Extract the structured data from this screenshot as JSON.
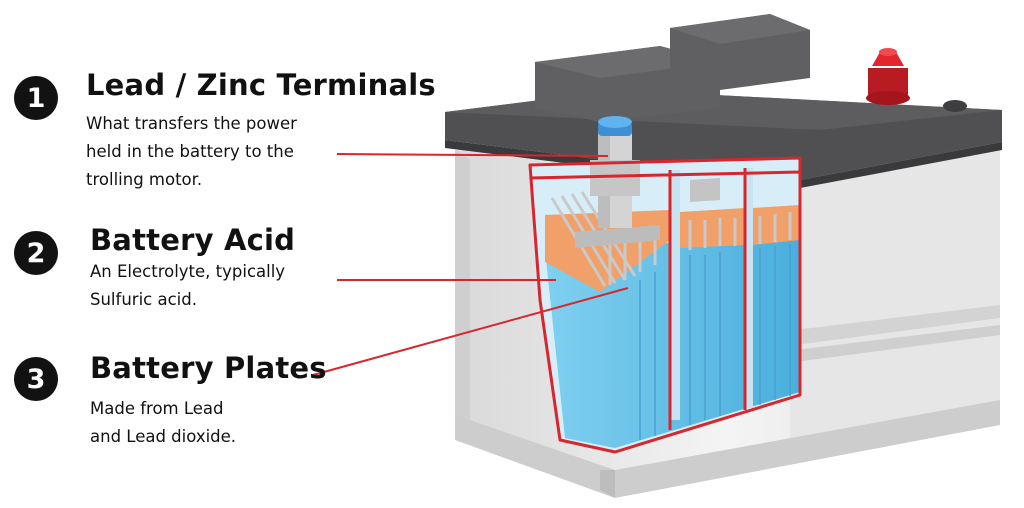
{
  "callouts": [
    {
      "number": "1",
      "title": "Lead / Zinc Terminals",
      "description": "What transfers the power\nheld in the battery to the\ntrolling motor."
    },
    {
      "number": "2",
      "title": "Battery Acid",
      "description": "An Electrolyte, typically\nSulfuric acid."
    },
    {
      "number": "3",
      "title": "Battery Plates",
      "description": "Made from Lead\nand Lead dioxide."
    }
  ],
  "colors": {
    "leader_line": "#d8262e",
    "cutaway_outline": "#d8262e",
    "acid": "#69c6ec",
    "plates": "#f08c4a",
    "case": "#ececec",
    "lid": "#4e4e50",
    "positive_terminal": "#d81f26",
    "terminal_cap": "#3d8fd6"
  }
}
